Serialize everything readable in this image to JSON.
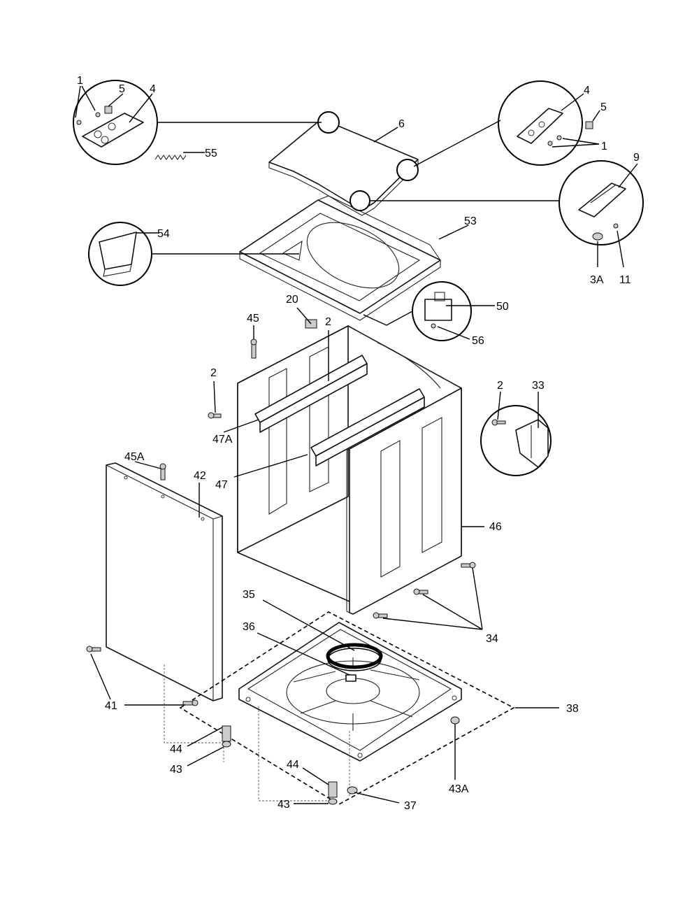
{
  "diagram": {
    "callouts": [
      {
        "id": "c1a",
        "text": "1"
      },
      {
        "id": "c5a",
        "text": "5"
      },
      {
        "id": "c4a",
        "text": "4"
      },
      {
        "id": "c55",
        "text": "55"
      },
      {
        "id": "c6",
        "text": "6"
      },
      {
        "id": "c4b",
        "text": "4"
      },
      {
        "id": "c5b",
        "text": "5"
      },
      {
        "id": "c1b",
        "text": "1"
      },
      {
        "id": "c9",
        "text": "9"
      },
      {
        "id": "c54",
        "text": "54"
      },
      {
        "id": "c53",
        "text": "53"
      },
      {
        "id": "c3a",
        "text": "3A"
      },
      {
        "id": "c11",
        "text": "11"
      },
      {
        "id": "c20",
        "text": "20"
      },
      {
        "id": "c2a",
        "text": "2"
      },
      {
        "id": "c50",
        "text": "50"
      },
      {
        "id": "c45",
        "text": "45"
      },
      {
        "id": "c56",
        "text": "56"
      },
      {
        "id": "c2b",
        "text": "2"
      },
      {
        "id": "c2c",
        "text": "2"
      },
      {
        "id": "c33",
        "text": "33"
      },
      {
        "id": "c47a",
        "text": "47A"
      },
      {
        "id": "c45a",
        "text": "45A"
      },
      {
        "id": "c42",
        "text": "42"
      },
      {
        "id": "c47",
        "text": "47"
      },
      {
        "id": "c46",
        "text": "46"
      },
      {
        "id": "c35",
        "text": "35"
      },
      {
        "id": "c36",
        "text": "36"
      },
      {
        "id": "c34",
        "text": "34"
      },
      {
        "id": "c41",
        "text": "41"
      },
      {
        "id": "c38",
        "text": "38"
      },
      {
        "id": "c44a",
        "text": "44"
      },
      {
        "id": "c43a",
        "text": "43"
      },
      {
        "id": "c44b",
        "text": "44"
      },
      {
        "id": "c43b",
        "text": "43"
      },
      {
        "id": "c37",
        "text": "37"
      },
      {
        "id": "c43A",
        "text": "43A"
      }
    ]
  }
}
